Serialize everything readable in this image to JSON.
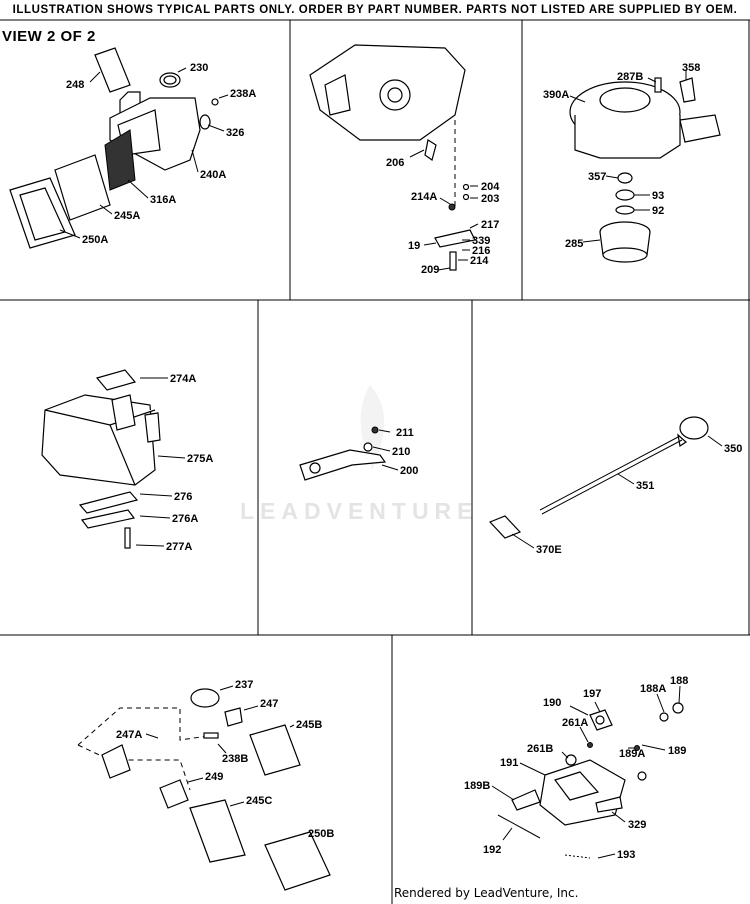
{
  "header": {
    "notice": "ILLUSTRATION SHOWS TYPICAL PARTS ONLY. ORDER BY PART NUMBER. PARTS NOT LISTED ARE SUPPLIED BY OEM.",
    "view": "VIEW 2 OF 2"
  },
  "watermark": "LEADVENTURE",
  "footer": "Rendered by LeadVenture, Inc.",
  "panels": {
    "air_cleaner": [
      "248",
      "230",
      "238A",
      "326",
      "240A",
      "316A",
      "245A",
      "250A"
    ],
    "blower_housing": [
      "206",
      "214A",
      "204",
      "203",
      "217",
      "19",
      "339",
      "216",
      "214",
      "209"
    ],
    "recoil_starter": [
      "287B",
      "358",
      "390A",
      "357",
      "93",
      "92",
      "285"
    ],
    "muffler": [
      "274A",
      "275A",
      "276",
      "276A",
      "277A"
    ],
    "bracket": [
      "211",
      "210",
      "200"
    ],
    "dipstick": [
      "350",
      "351",
      "370E"
    ],
    "fuel_filter": [
      "237",
      "247",
      "247A",
      "238B",
      "245B",
      "249",
      "245C",
      "250B"
    ],
    "control": [
      "197",
      "190",
      "188A",
      "188",
      "261A",
      "261B",
      "189A",
      "189",
      "191",
      "189B",
      "329",
      "192",
      "193"
    ]
  }
}
